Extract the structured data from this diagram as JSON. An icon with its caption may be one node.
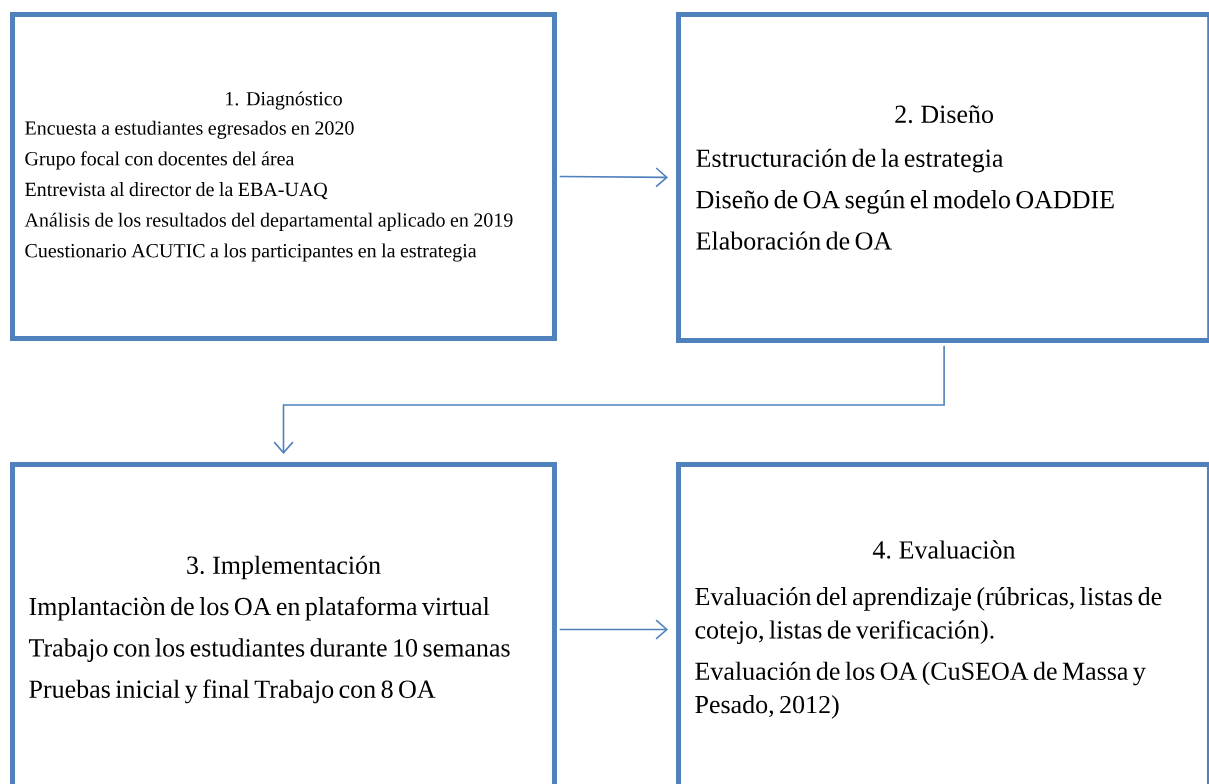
{
  "diagram": {
    "nodes": [
      {
        "text": [
          "1. Diagnóstico",
          "Encuesta a estudiantes egresados en 2020",
          "Grupo focal con docentes del área",
          "Entrevista al director de la EBA-UAQ",
          "Análisis de los resultados del departamental aplicado en 2019",
          "Cuestionario ACUTIC a los participantes en la estrategia"
        ]
      },
      {
        "text": [
          "2. Diseño",
          "Estructuración de la estrategia",
          "Diseño de OA según el modelo OADDIE",
          "Elaboración de OA"
        ]
      },
      {
        "text": [
          "3. Implementación",
          "Implantaciòn de los OA en plataforma virtual",
          "Trabajo con los estudiantes durante 10 semanas",
          "Pruebas inicial y final Trabajo con 8 OA"
        ]
      },
      {
        "text": [
          "4. Evaluaciòn",
          "Evaluación del aprendizaje (rúbricas, listas de cotejo, listas de verificación).",
          "Evaluación de los OA (CuSEOA de Massa y Pesado, 2012)"
        ]
      }
    ],
    "edges": [
      {
        "from": 0,
        "to": 1,
        "arrow": "to"
      },
      {
        "from": 1,
        "to": 2,
        "arrow": "to"
      },
      {
        "from": 2,
        "to": 3,
        "arrow": "to"
      }
    ]
  }
}
